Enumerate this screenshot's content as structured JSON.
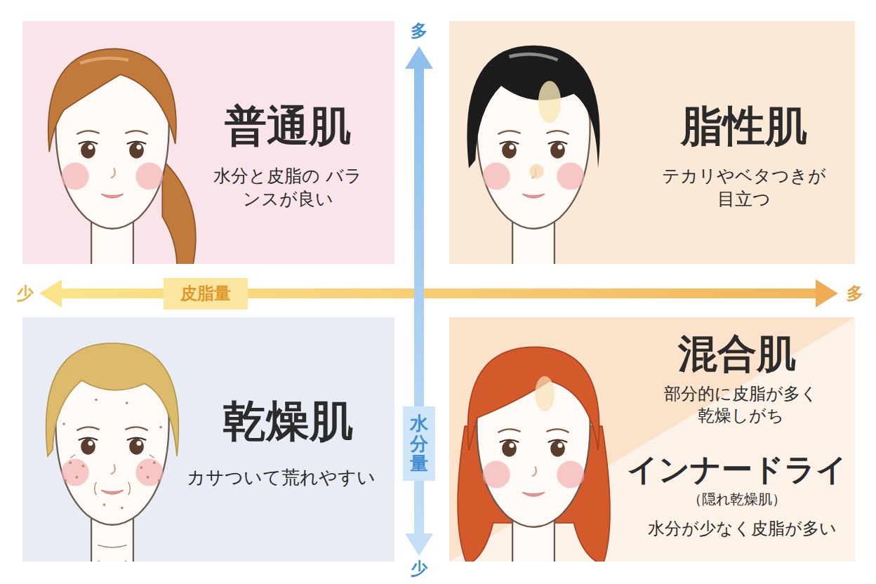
{
  "diagram": {
    "nodes": [
      {
        "text": [
          "普通肌",
          "水分と皮脂の バランスが良い"
        ]
      },
      {
        "text": [
          "脂性肌",
          "テカリやベタつきが 目立つ"
        ]
      },
      {
        "text": [
          "皮脂量"
        ]
      },
      {
        "text": [
          "乾燥肌",
          "カサついて荒れやすい"
        ]
      },
      {
        "text": [
          "水分量"
        ]
      },
      {
        "text": [
          "混合肌",
          "部分的に皮脂が多く 乾燥しがち",
          "インナードライ",
          "（隠れ乾燥肌）",
          "水分が少なく皮脂が多い"
        ]
      }
    ],
    "labels": [
      "多",
      "少",
      "多",
      "少"
    ]
  }
}
